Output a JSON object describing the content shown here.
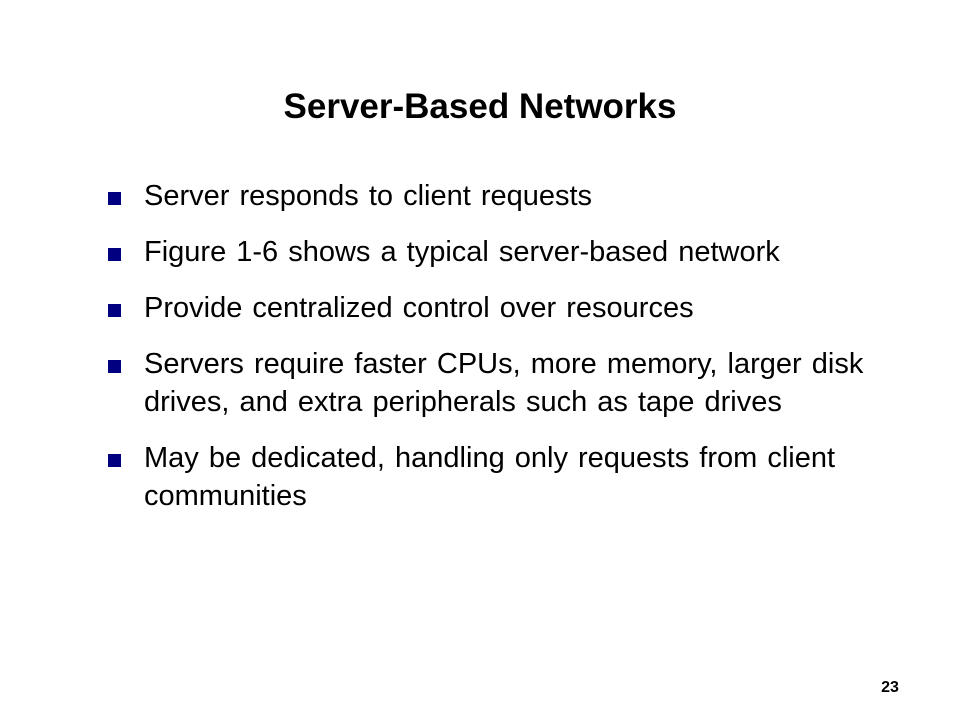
{
  "slide": {
    "title": "Server-Based Networks",
    "bullets": [
      "Server responds to client requests",
      "Figure 1-6 shows a typical server-based network",
      "Provide centralized control over resources",
      "Servers require faster CPUs, more memory, larger disk drives, and extra peripherals such as tape drives",
      "May be dedicated, handling only requests from client communities"
    ],
    "page_number": "23"
  },
  "colors": {
    "background": "#ffffff",
    "text": "#000000",
    "bullet": "#000080"
  },
  "icons": {
    "bullet": "square-bullet-icon"
  }
}
